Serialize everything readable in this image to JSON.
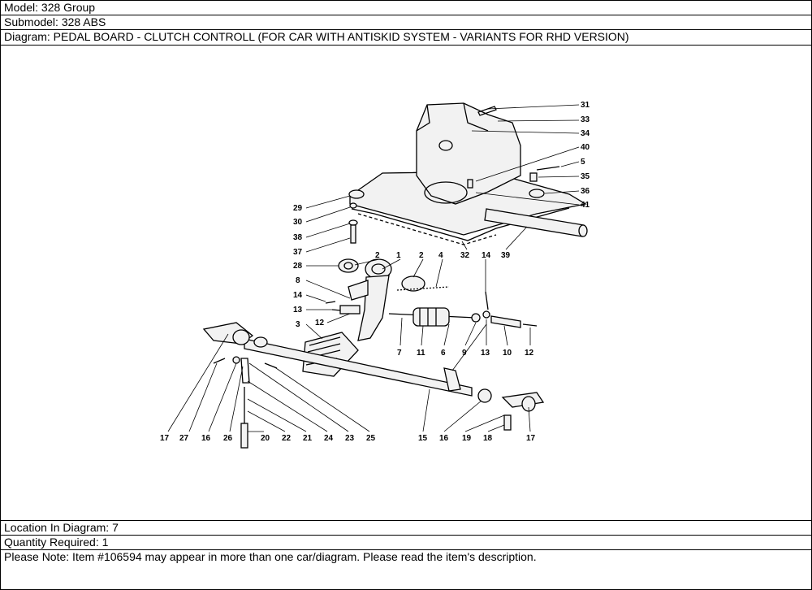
{
  "header": {
    "model": "Model: 328 Group",
    "submodel": "Submodel: 328 ABS",
    "diagram": "Diagram: PEDAL BOARD - CLUTCH CONTROLL (FOR CAR WITH ANTISKID SYSTEM - VARIANTS FOR RHD VERSION)"
  },
  "footer": {
    "location": "Location In Diagram: 7",
    "quantity": "Quantity Required: 1",
    "note": "Please Note: Item #106594 may appear in more than one car/diagram. Please read the item's description."
  },
  "callouts": [
    "31",
    "33",
    "34",
    "40",
    "5",
    "35",
    "36",
    "41",
    "29",
    "30",
    "38",
    "37",
    "32",
    "39",
    "28",
    "2",
    "1",
    "2",
    "4",
    "14",
    "8",
    "14",
    "13",
    "12",
    "3",
    "7",
    "11",
    "6",
    "9",
    "13",
    "10",
    "12",
    "17",
    "27",
    "16",
    "26",
    "20",
    "22",
    "21",
    "24",
    "23",
    "25",
    "15",
    "16",
    "19",
    "18",
    "17"
  ]
}
